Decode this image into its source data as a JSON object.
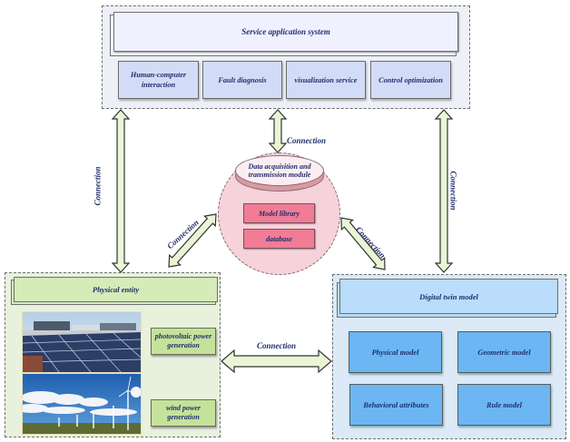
{
  "service_system": {
    "title": "Service application system",
    "modules": [
      "Human-computer interaction",
      "Fault diagnosis",
      "visualization service",
      "Control optimization"
    ]
  },
  "hub": {
    "title": "Data acquisition and transmission module",
    "items": [
      "Model library",
      "database"
    ]
  },
  "physical_entity": {
    "title": "Physical entity",
    "items": [
      "photovoltaic power generation",
      "wind power generation"
    ],
    "photos": [
      "solar-panels-photo",
      "wind-turbines-photo"
    ]
  },
  "digital_twin": {
    "title": "Digital twin model",
    "items": [
      "Physical model",
      "Geometric model",
      "Behavioral attributes",
      "Rule model"
    ]
  },
  "connections": {
    "label": "Connection",
    "links": [
      {
        "from": "Service application system",
        "to": "Physical entity",
        "label": "Connection"
      },
      {
        "from": "Service application system",
        "to": "Data acquisition and transmission module",
        "label": "Connection"
      },
      {
        "from": "Service application system",
        "to": "Digital twin model",
        "label": "Connection"
      },
      {
        "from": "Data acquisition and transmission module",
        "to": "Physical entity",
        "label": "Connection"
      },
      {
        "from": "Data acquisition and transmission module",
        "to": "Digital twin model",
        "label": "Connection"
      },
      {
        "from": "Physical entity",
        "to": "Digital twin model",
        "label": "Connection"
      }
    ]
  },
  "colors": {
    "text": "#1f2f6b",
    "arrow_fill": "#eaf5d6",
    "service_fill": "#d3dcf7",
    "hub_fill": "#f6d2da",
    "pink_box": "#f07c95",
    "physical_fill": "#c5e29a",
    "twin_fill": "#6bb6f3"
  }
}
